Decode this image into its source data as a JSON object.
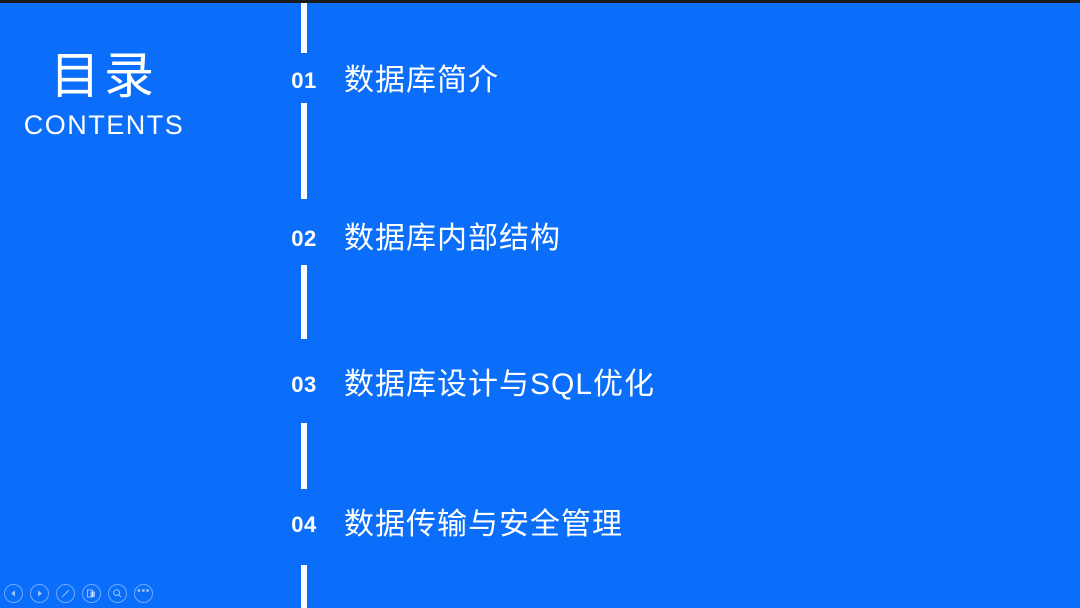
{
  "slide": {
    "background_color": "#0a6efb",
    "text_color": "#ffffff",
    "heading": {
      "title_cn": "目录",
      "title_en": "CONTENTS"
    },
    "contents": [
      {
        "number": "01",
        "title": "数据库简介"
      },
      {
        "number": "02",
        "title": "数据库内部结构"
      },
      {
        "number": "03",
        "title": "数据库设计与SQL优化"
      },
      {
        "number": "04",
        "title": "数据传输与安全管理"
      }
    ]
  },
  "toolbar": {
    "buttons": [
      {
        "name": "previous-slide-button",
        "icon": "triangle-left-icon",
        "label": ""
      },
      {
        "name": "next-slide-button",
        "icon": "triangle-right-icon",
        "label": ""
      },
      {
        "name": "pen-button",
        "icon": "pen-icon",
        "label": ""
      },
      {
        "name": "notes-button",
        "icon": "notes-icon",
        "label": ""
      },
      {
        "name": "zoom-button",
        "icon": "magnifier-icon",
        "label": ""
      },
      {
        "name": "more-options-button",
        "icon": "ellipsis-icon",
        "label": "•••"
      }
    ]
  }
}
